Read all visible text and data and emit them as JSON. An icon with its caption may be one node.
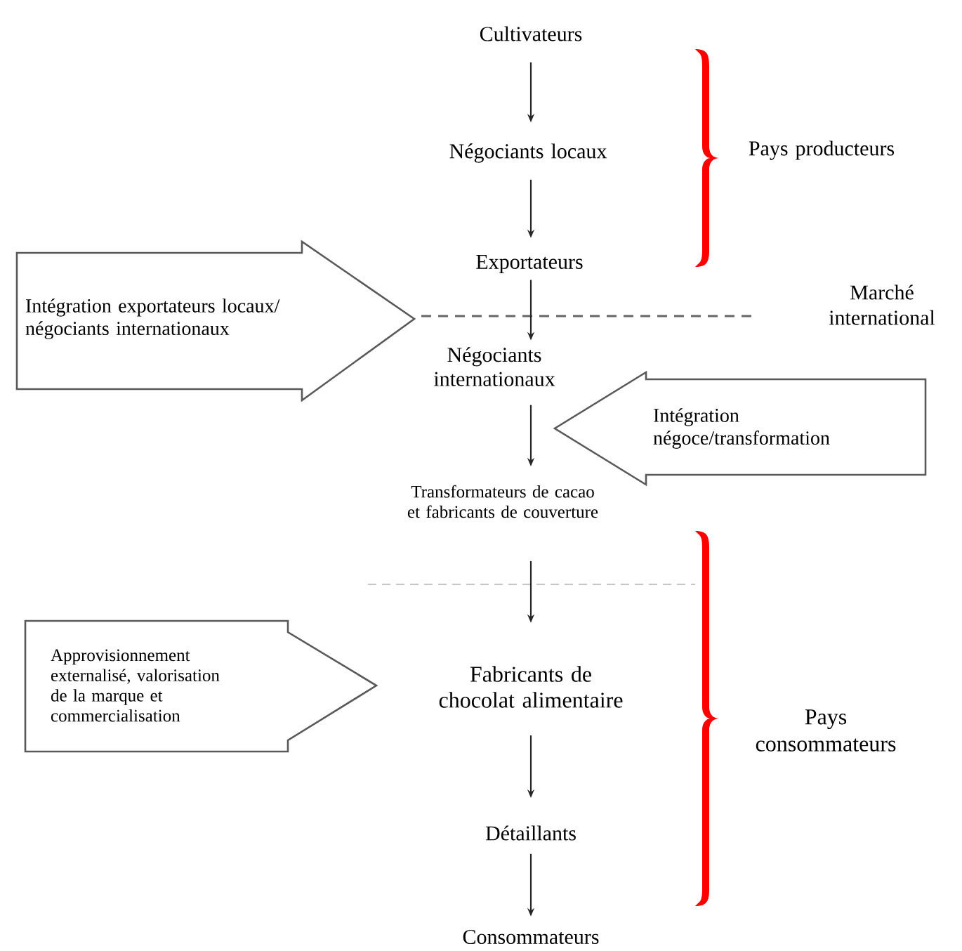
{
  "diagram": {
    "nodes": [
      {
        "text": [
          "Cultivateurs"
        ]
      },
      {
        "text": [
          "Négociants locaux"
        ]
      },
      {
        "text": [
          "Exportateurs"
        ]
      },
      {
        "text": [
          "Négociants internationaux"
        ]
      },
      {
        "text": [
          "Transformateurs de cacao et fabricants de couverture"
        ]
      },
      {
        "text": [
          "Fabricants de chocolat alimentaire"
        ]
      },
      {
        "text": [
          "Détaillants"
        ]
      },
      {
        "text": [
          "Consommateurs"
        ]
      },
      {
        "text": [
          "Intégration exportateurs locaux/ négociants internationaux"
        ]
      },
      {
        "text": [
          "Intégration négoce/transformation"
        ]
      },
      {
        "text": [
          "Approvisionnement externalisé, valorisation de la marque et commercialisation"
        ]
      }
    ],
    "edges": [
      {
        "from": 0,
        "to": 1,
        "arrow": "to"
      },
      {
        "from": 1,
        "to": 2,
        "arrow": "to"
      },
      {
        "from": 2,
        "to": 3,
        "arrow": "to"
      },
      {
        "from": 3,
        "to": 4,
        "arrow": "to"
      },
      {
        "from": 4,
        "to": 5,
        "arrow": "to"
      },
      {
        "from": 5,
        "to": 6,
        "arrow": "to"
      },
      {
        "from": 6,
        "to": 7,
        "arrow": "to"
      }
    ],
    "labels": [
      "Pays producteurs",
      "Marché international",
      "Pays consommateurs"
    ]
  }
}
